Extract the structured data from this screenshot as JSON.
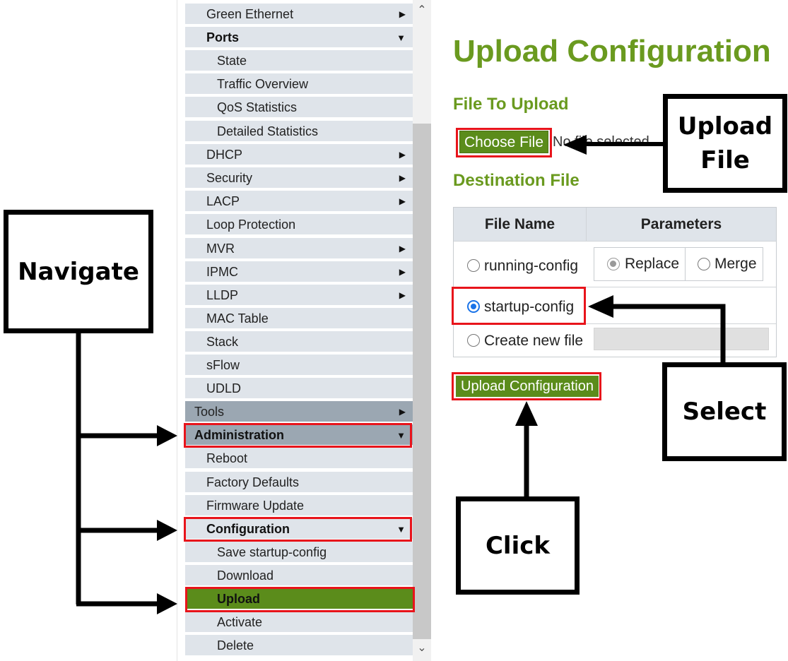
{
  "menu": {
    "items": [
      {
        "label": "Green Ethernet",
        "arrow": "▶"
      },
      {
        "label": "Ports",
        "arrow": "▼"
      },
      {
        "label": "State"
      },
      {
        "label": "Traffic Overview"
      },
      {
        "label": "QoS Statistics"
      },
      {
        "label": "Detailed Statistics"
      },
      {
        "label": "DHCP",
        "arrow": "▶"
      },
      {
        "label": "Security",
        "arrow": "▶"
      },
      {
        "label": "LACP",
        "arrow": "▶"
      },
      {
        "label": "Loop Protection"
      },
      {
        "label": "MVR",
        "arrow": "▶"
      },
      {
        "label": "IPMC",
        "arrow": "▶"
      },
      {
        "label": "LLDP",
        "arrow": "▶"
      },
      {
        "label": "MAC Table"
      },
      {
        "label": "Stack"
      },
      {
        "label": "sFlow"
      },
      {
        "label": "UDLD"
      },
      {
        "label": "Tools",
        "arrow": "▶"
      },
      {
        "label": "Administration",
        "arrow": "▼"
      },
      {
        "label": "Reboot"
      },
      {
        "label": "Factory Defaults"
      },
      {
        "label": "Firmware Update"
      },
      {
        "label": "Configuration",
        "arrow": "▼"
      },
      {
        "label": "Save startup-config"
      },
      {
        "label": "Download"
      },
      {
        "label": "Upload"
      },
      {
        "label": "Activate"
      },
      {
        "label": "Delete"
      }
    ]
  },
  "scrollbar": {
    "up": "⌃",
    "down": "⌄"
  },
  "page": {
    "title": "Upload Configuration",
    "file_to_upload": "File To Upload",
    "choose_file": "Choose File",
    "no_file": "No file selected.",
    "destination_file": "Destination File",
    "table": {
      "col_file_name": "File Name",
      "col_parameters": "Parameters",
      "row_running": "running-config",
      "row_startup": "startup-config",
      "row_create": "Create new file",
      "param_replace": "Replace",
      "param_merge": "Merge"
    },
    "upload_button": "Upload Configuration"
  },
  "callouts": {
    "upload_file": "Upload File",
    "navigate": "Navigate",
    "select": "Select",
    "click": "Click"
  },
  "colors": {
    "accent_green": "#6a9a1f",
    "button_green": "#5b8c1b",
    "highlight_red": "#e8141b",
    "menu_bg": "#dfe4ea",
    "menu_header_bg": "#9ba7b2"
  }
}
